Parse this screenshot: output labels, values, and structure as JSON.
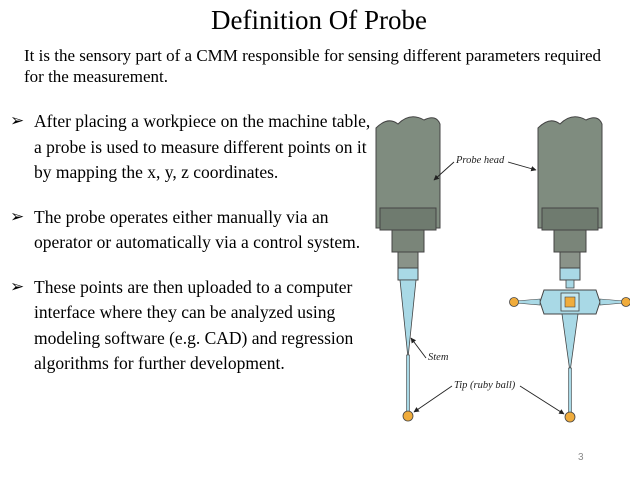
{
  "slide": {
    "title": "Definition Of Probe",
    "intro": "It is the sensory part of a CMM responsible for sensing different parameters required for the measurement.",
    "bullets": [
      "After placing a workpiece on the machine table, a probe is used to measure different points on it by mapping the x, y, z coordinates.",
      "The probe operates either manually via an operator or automatically via a control system.",
      "These points are then uploaded to a computer interface where they can be analyzed using modeling software (e.g. CAD) and regression algorithms for further development."
    ],
    "bullet_icon": "arrow-bullet-icon",
    "slide_number": "3"
  },
  "figure": {
    "labels": {
      "probe_head": "Probe head",
      "stem": "Stem",
      "tip": "Tip (ruby ball)"
    },
    "colors": {
      "head_body": "#7f8c7f",
      "stem": "#a9d9e6",
      "ball": "#f0ac3c"
    }
  }
}
